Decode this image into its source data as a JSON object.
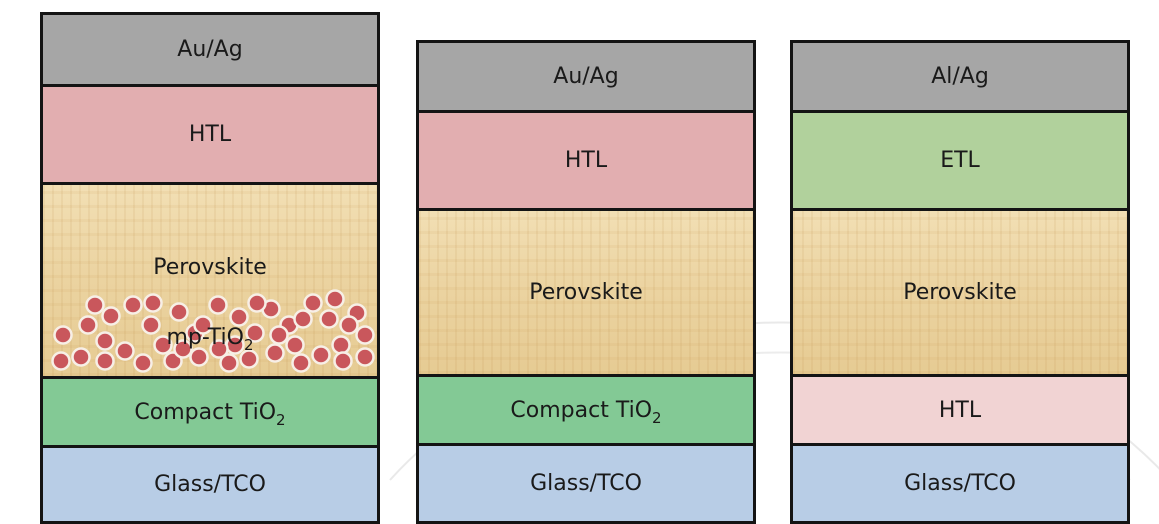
{
  "stacks": [
    {
      "layers": [
        {
          "label": "Au/Ag"
        },
        {
          "label": "HTL"
        },
        {
          "label": "Perovskite",
          "inner_label_main": "mp-TiO",
          "inner_label_sub": "2"
        },
        {
          "label_main": "Compact TiO",
          "label_sub": "2"
        },
        {
          "label": "Glass/TCO"
        }
      ]
    },
    {
      "layers": [
        {
          "label": "Au/Ag"
        },
        {
          "label": "HTL"
        },
        {
          "label": "Perovskite"
        },
        {
          "label_main": "Compact TiO",
          "label_sub": "2"
        },
        {
          "label": "Glass/TCO"
        }
      ]
    },
    {
      "layers": [
        {
          "label": "Al/Ag"
        },
        {
          "label": "ETL"
        },
        {
          "label": "Perovskite"
        },
        {
          "label": "HTL"
        },
        {
          "label": "Glass/TCO"
        }
      ]
    }
  ],
  "colors": {
    "electrode": "#a6a6a6",
    "htl": "#e2aeb0",
    "htl_light": "#f1d3d3",
    "etl": "#b1d19c",
    "compact_tio2": "#83c995",
    "glass_tco": "#b8cde6",
    "perovskite": "#edd8a8",
    "nanoparticle": "#c9575c"
  }
}
